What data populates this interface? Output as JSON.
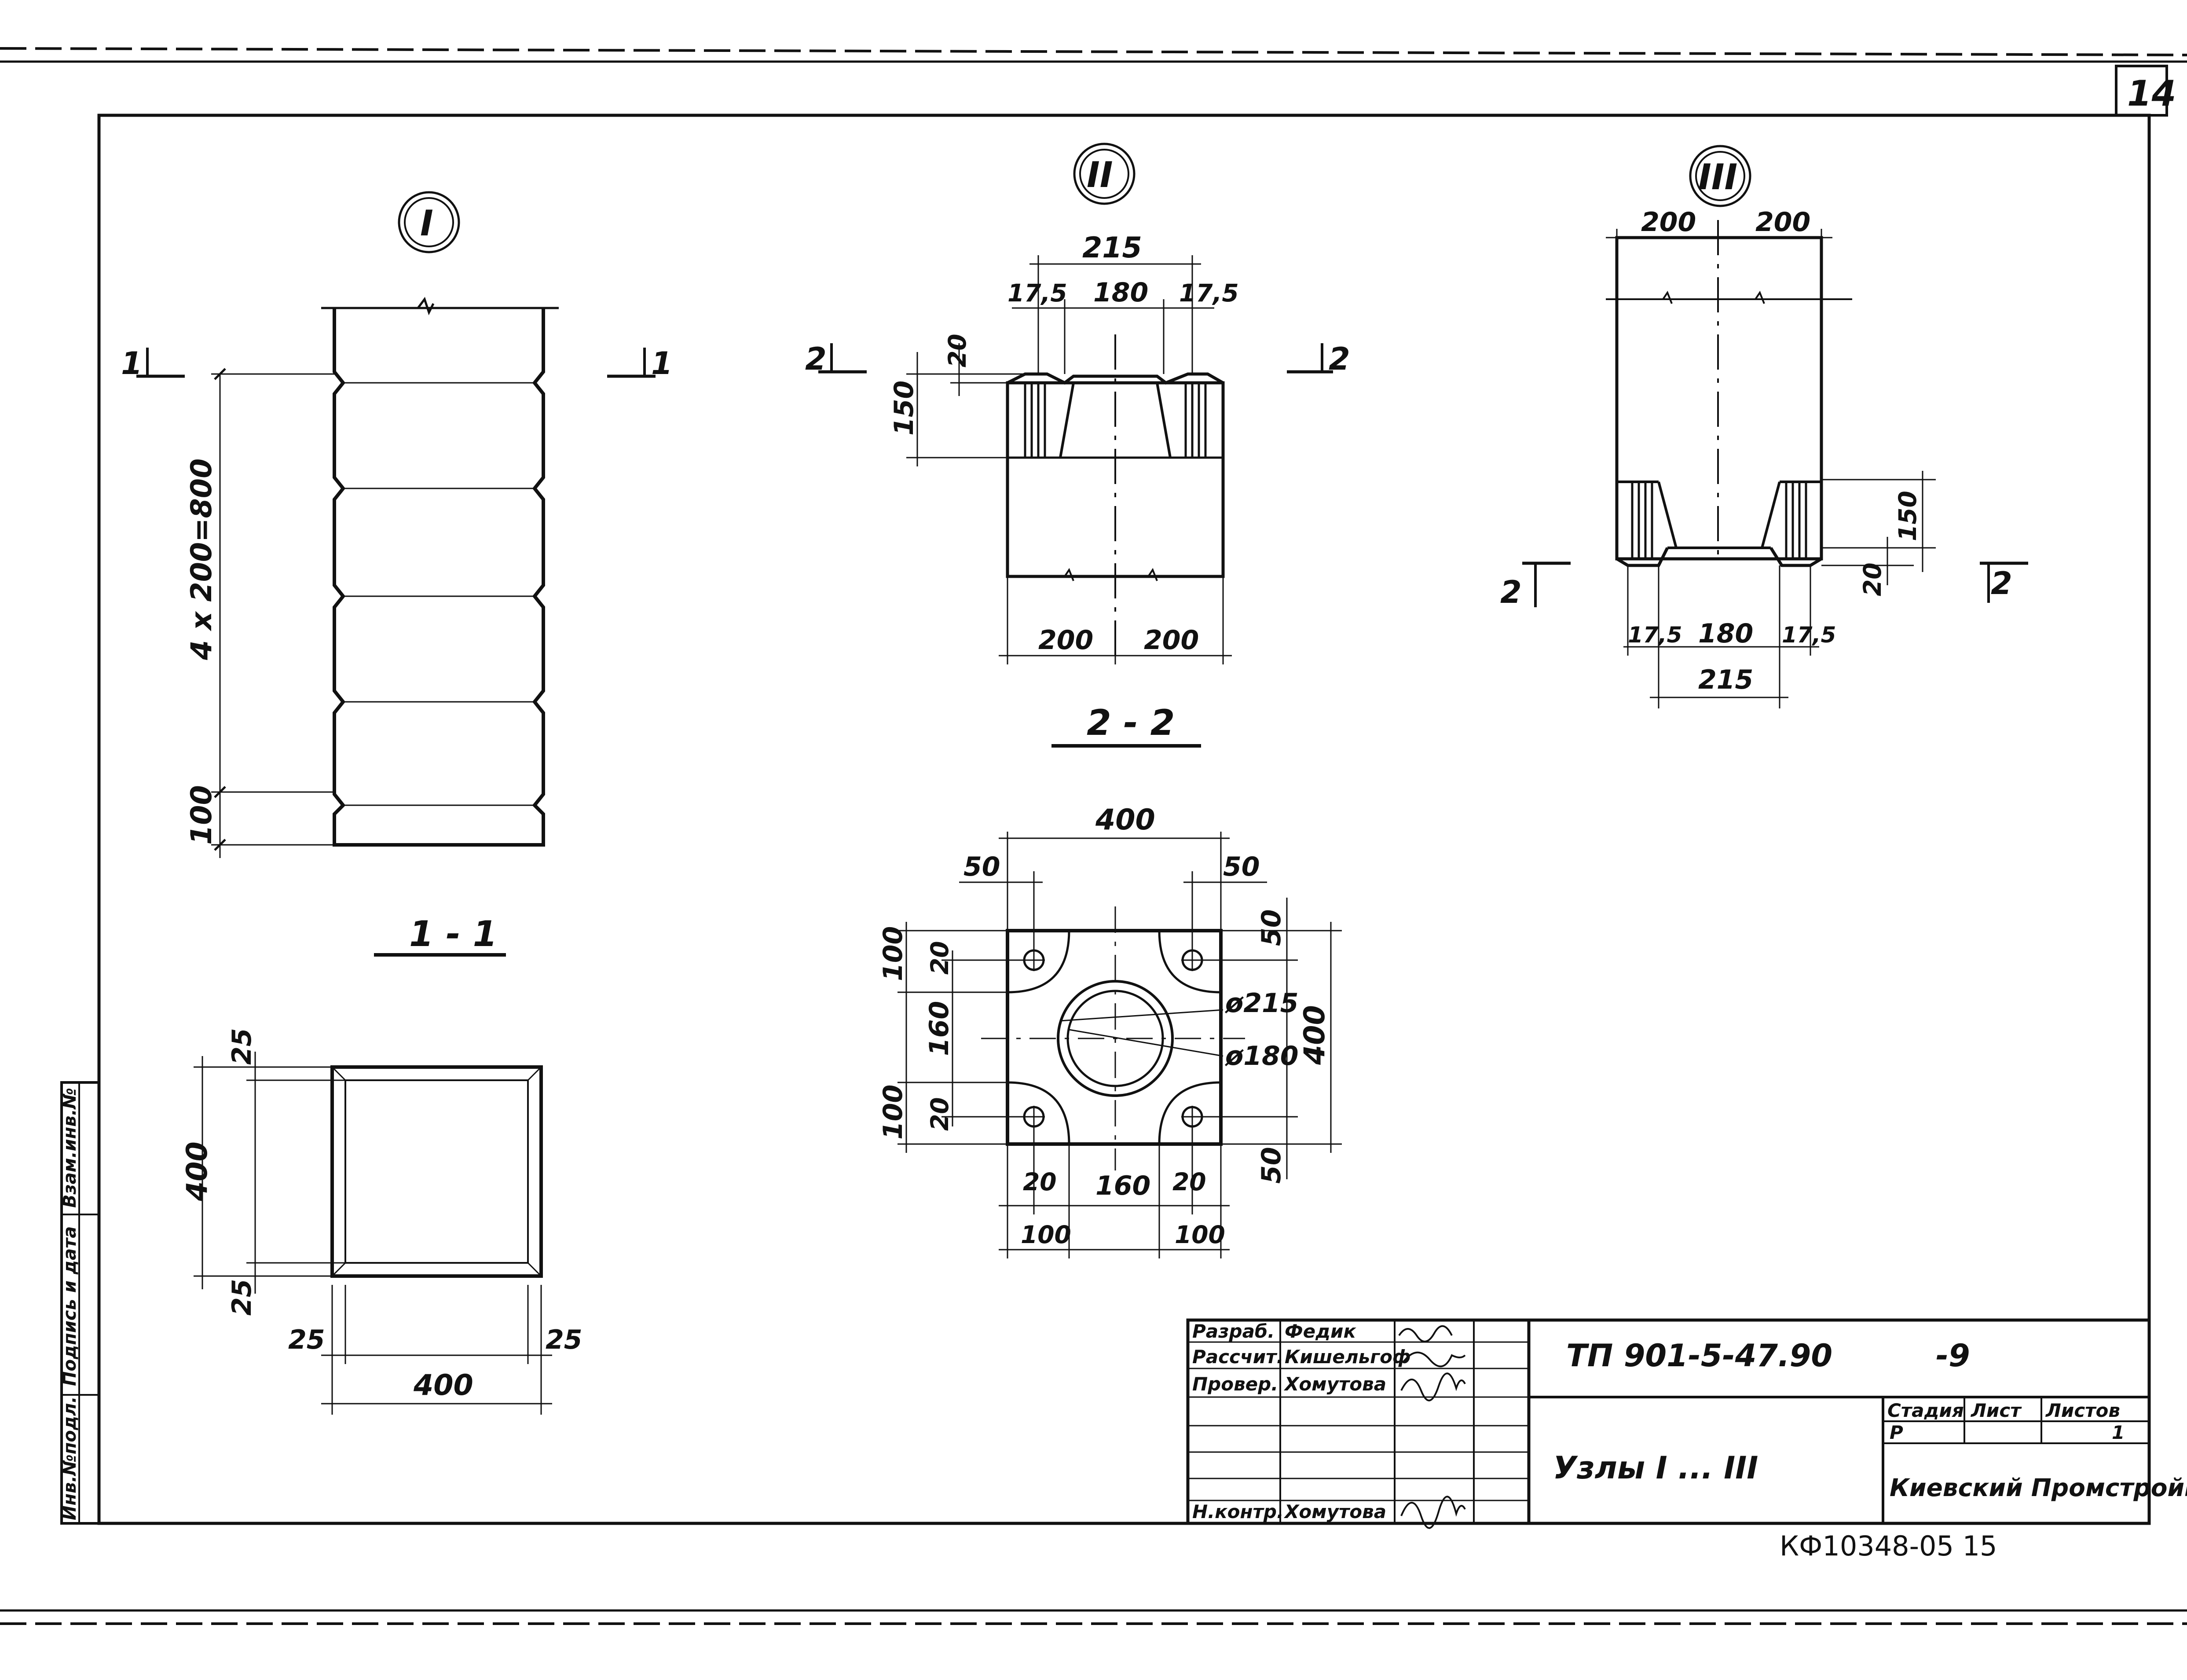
{
  "sheet": {
    "number": "14"
  },
  "stamp_number": "КФ10348-05  15",
  "side_stamp": {
    "labels": [
      "Инв.№подл.",
      "Подпись и дата",
      "Взам.инв.№"
    ]
  },
  "node1": {
    "marker": "I",
    "section_title": "1 - 1",
    "cut_label": "1",
    "dim_pitch": "4 x 200=800",
    "dim_bottom": "100",
    "plan_dim_width": "400",
    "plan_dim_height": "400",
    "plan_dim_edge": "25"
  },
  "node2": {
    "marker": "II",
    "section_title": "2 - 2",
    "cut_label": "2",
    "dim_215": "215",
    "dim_175": "17,5",
    "dim_180": "180",
    "dim_20": "20",
    "dim_150": "150",
    "dim_200": "200"
  },
  "node3": {
    "marker": "III",
    "cut_label": "2",
    "dim_200": "200",
    "dim_150": "150",
    "dim_20": "20",
    "dim_175": "17,5",
    "dim_180": "180",
    "dim_215": "215"
  },
  "plan": {
    "dim_400": "400",
    "dim_50": "50",
    "dim_100": "100",
    "dim_20": "20",
    "dim_160": "160",
    "dia_215": "ø215",
    "dia_180": "ø180"
  },
  "title_block": {
    "rows": [
      {
        "role": "Разраб.",
        "name": "Федик"
      },
      {
        "role": "Рассчит.",
        "name": "Кишельгоф"
      },
      {
        "role": "Провер.",
        "name": "Хомутова"
      },
      {
        "role": "",
        "name": ""
      },
      {
        "role": "",
        "name": ""
      },
      {
        "role": "Н.контр.",
        "name": "Хомутова"
      }
    ],
    "project_code": "ТП 901-5-47.90",
    "sheet_code": "-9",
    "drawing_title": "Узлы I ... III",
    "stage_label": "Стадия",
    "sheet_label": "Лист",
    "sheets_label": "Листов",
    "stage_value": "Р",
    "sheets_value": "1",
    "organization": "Киевский Промстройпроект"
  }
}
